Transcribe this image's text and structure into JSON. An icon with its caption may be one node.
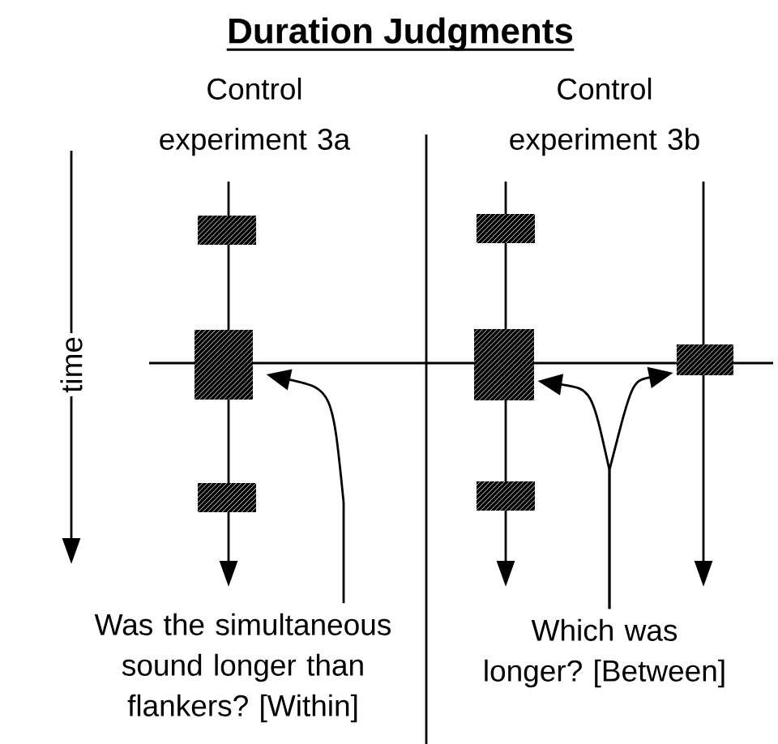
{
  "diagram": {
    "title": "Duration Judgments",
    "nodes": [
      {
        "text": [],
        "shape": "box"
      },
      {
        "text": [],
        "shape": "box"
      },
      {
        "text": [],
        "shape": "box"
      },
      {
        "text": [],
        "shape": "box"
      },
      {
        "text": [],
        "shape": "box"
      },
      {
        "text": [],
        "shape": "box"
      },
      {
        "text": [],
        "shape": "box"
      },
      {
        "text": [
          "Was the simultaneous sound longer than flankers? [Within]"
        ]
      },
      {
        "text": [
          "Which was longer? [Between]"
        ]
      }
    ],
    "edges": [
      {
        "from": 7,
        "to": 1,
        "arrow": "to"
      },
      {
        "from": 8,
        "to": 4,
        "arrow": "to"
      },
      {
        "from": 8,
        "to": 5,
        "arrow": "to"
      }
    ],
    "labels": [
      "Control experiment 3a",
      "Control experiment 3b",
      "time"
    ]
  }
}
